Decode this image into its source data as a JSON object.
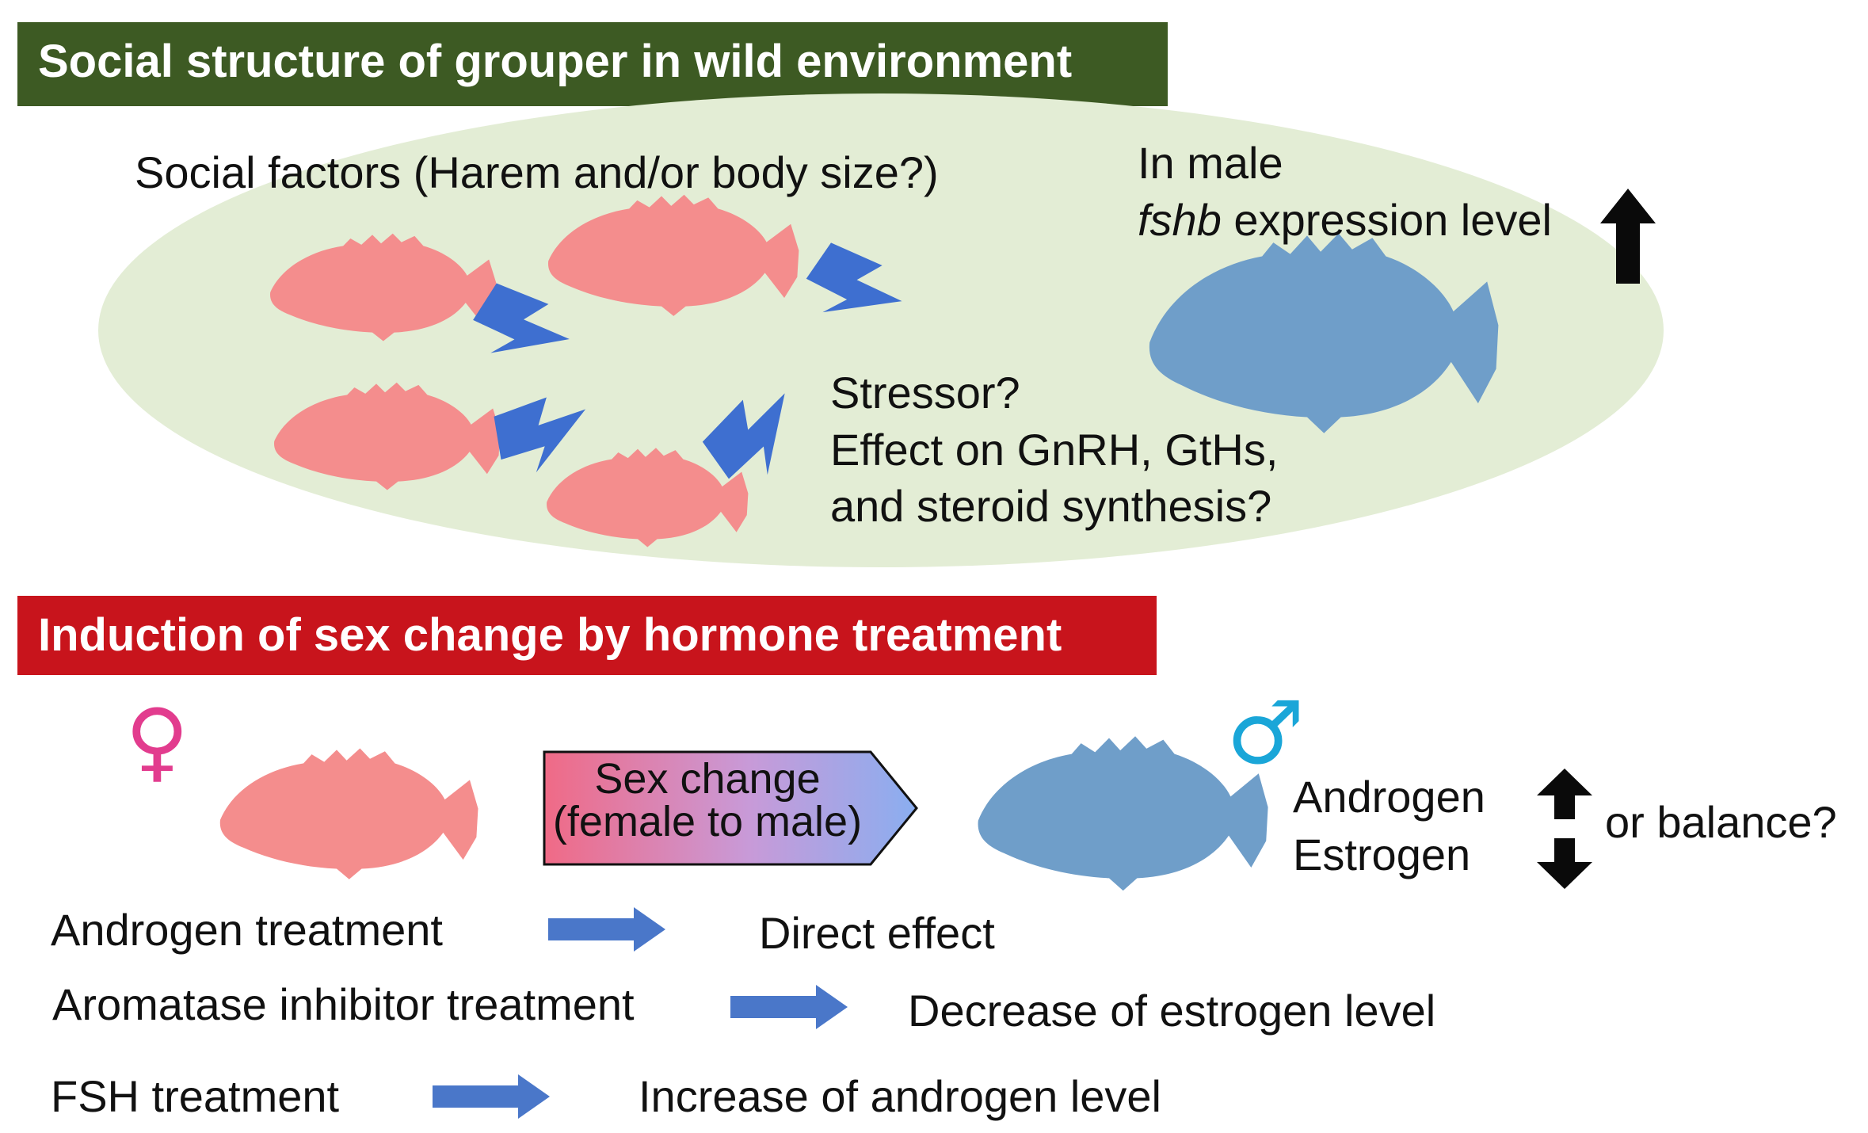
{
  "section1": {
    "title": "Social structure of grouper in wild environment",
    "banner_color": "#3d5a23",
    "ellipse_color": "#e3edd5",
    "social_factors": "Social factors (Harem and/or body size?)",
    "male_line1": "In male",
    "male_gene": "fshb",
    "male_line2_rest": " expression level",
    "stressor_line1": "Stressor?",
    "stressor_line2": "Effect on GnRH, GtHs,",
    "stressor_line3": "and steroid synthesis?"
  },
  "section2": {
    "title": "Induction of sex change by hormone treatment",
    "banner_color": "#c8141c",
    "sex_change_line1": "Sex change",
    "sex_change_line2": "(female to male)",
    "androgen": "Androgen",
    "estrogen": "Estrogen",
    "balance": "or balance?",
    "female_symbol": "♀",
    "male_symbol": "♂",
    "treatments": [
      {
        "treatment": "Androgen treatment",
        "effect": "Direct effect"
      },
      {
        "treatment": "Aromatase inhibitor treatment",
        "effect": "Decrease of estrogen level"
      },
      {
        "treatment": "FSH treatment",
        "effect": "Increase of androgen level"
      }
    ]
  },
  "colors": {
    "female_fish": "#f48d8d",
    "male_fish": "#6f9ec9",
    "lightning": "#3e6fd0",
    "arrow_blue": "#4a77c9",
    "female_symbol": "#e23c8e",
    "male_symbol": "#1aa6d8"
  },
  "icons": [
    "female-fish-icon",
    "male-fish-icon",
    "lightning-icon",
    "up-arrow-icon",
    "down-arrow-icon",
    "right-arrow-icon",
    "female-symbol-icon",
    "male-symbol-icon"
  ]
}
